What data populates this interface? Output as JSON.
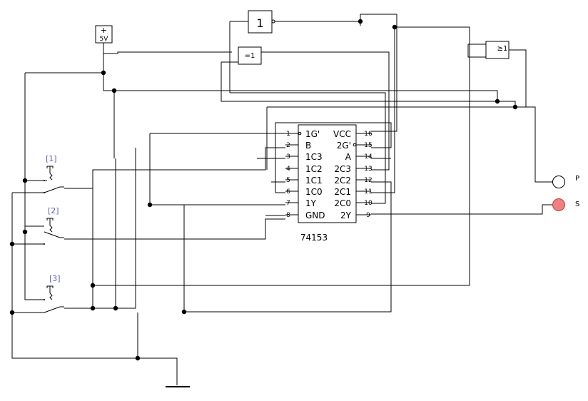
{
  "chip": {
    "name": "74153",
    "left_pins": [
      {
        "num": "1",
        "label": "1G'"
      },
      {
        "num": "2",
        "label": "B"
      },
      {
        "num": "3",
        "label": "1C3"
      },
      {
        "num": "4",
        "label": "1C2"
      },
      {
        "num": "5",
        "label": "1C1"
      },
      {
        "num": "6",
        "label": "1C0"
      },
      {
        "num": "7",
        "label": "1Y"
      },
      {
        "num": "8",
        "label": "GND"
      }
    ],
    "right_pins": [
      {
        "num": "16",
        "label": "VCC"
      },
      {
        "num": "15",
        "label": "2G'"
      },
      {
        "num": "14",
        "label": "A"
      },
      {
        "num": "13",
        "label": "2C3"
      },
      {
        "num": "12",
        "label": "2C2"
      },
      {
        "num": "11",
        "label": "2C1"
      },
      {
        "num": "10",
        "label": "2C0"
      },
      {
        "num": "9",
        "label": "2Y"
      }
    ]
  },
  "gates": {
    "not_label": "1",
    "xor_label": "=1",
    "or_label": "≥1"
  },
  "power": {
    "plus": "+",
    "voltage": "5V"
  },
  "switches": [
    "[1]",
    "[2]",
    "[3]"
  ],
  "outputs": {
    "p_label": "P",
    "s_label": "S",
    "p_color": "#ffffff",
    "s_color": "#f08080"
  }
}
